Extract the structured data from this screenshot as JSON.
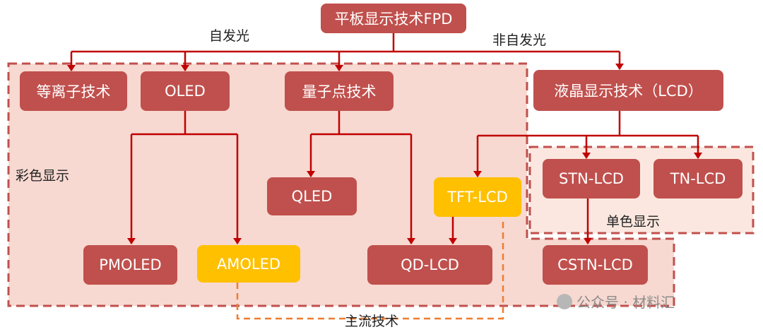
{
  "nodes": {
    "root": "平板显示技术FPD",
    "plasma": "等离子技术",
    "oled": "OLED",
    "quantum_dot": "量子点技术",
    "lcd": "液晶显示技术（LCD）",
    "qled": "QLED",
    "tft_lcd": "TFT-LCD",
    "stn_lcd": "STN-LCD",
    "tn_lcd": "TN-LCD",
    "pmoled": "PMOLED",
    "amoled": "AMOLED",
    "qd_lcd": "QD-LCD",
    "cstn_lcd": "CSTN-LCD"
  },
  "labels": {
    "emissive": "自发光",
    "non_emissive": "非自发光",
    "color_display": "彩色显示",
    "mono_display": "单色显示",
    "mainstream": "主流技术"
  },
  "watermark": "公众号 · 材料汇",
  "colors": {
    "node_red": "#c0504d",
    "node_gold": "#ffc000",
    "region_fill": "#f7d9d1",
    "region_border": "#c0504d",
    "connector": "#c00000",
    "mainstream_border": "#ed7d31"
  }
}
